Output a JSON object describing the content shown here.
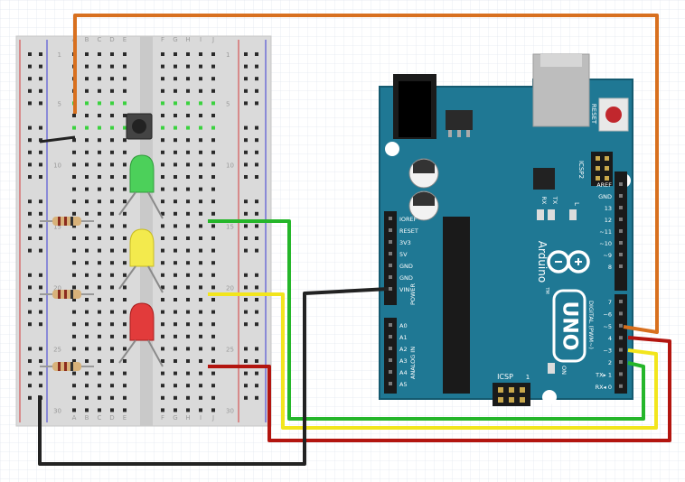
{
  "breadboard": {
    "column_letters_left": [
      "A",
      "B",
      "C",
      "D",
      "E"
    ],
    "column_letters_right": [
      "F",
      "G",
      "H",
      "I",
      "J"
    ],
    "row_numbers": [
      "1",
      "5",
      "10",
      "15",
      "20",
      "25",
      "30"
    ]
  },
  "arduino": {
    "logo_text": "Arduino",
    "trademark": "TM",
    "model": "UNO",
    "reset_label": "RESET",
    "icsp2_label": "ICSP2",
    "icsp_label": "ICSP",
    "icsp_pin1": "1",
    "tx_label": "TX",
    "rx_label": "RX",
    "l_label": "L",
    "on_label": "ON",
    "power_group": "POWER",
    "analog_group": "ANALOG IN",
    "digital_group": "DIGITAL (PWM~)",
    "power_pins": [
      "IOREF",
      "RESET",
      "3V3",
      "5V",
      "GND",
      "GND",
      "VIN"
    ],
    "analog_pins": [
      "A0",
      "A1",
      "A2",
      "A3",
      "A4",
      "A5"
    ],
    "digital_top": [
      "AREF",
      "GND",
      "13",
      "12",
      "~11",
      "~10",
      "~9",
      "8"
    ],
    "digital_bottom": [
      "7",
      "~6",
      "~5",
      "4",
      "~3",
      "2",
      "TX▸ 1",
      "RX◂ 0"
    ]
  },
  "wire_colors": {
    "orange": "#d8701f",
    "green": "#25b62a",
    "yellow": "#f2e51d",
    "red": "#b3150f",
    "black": "#222222"
  },
  "board_colors": {
    "pcb": "#1f7894",
    "breadboard": "#d9d9d9",
    "hole": "#2a2a2a",
    "hole_active": "#3bd23f"
  },
  "leds": [
    "green-led",
    "yellow-led",
    "red-led"
  ]
}
